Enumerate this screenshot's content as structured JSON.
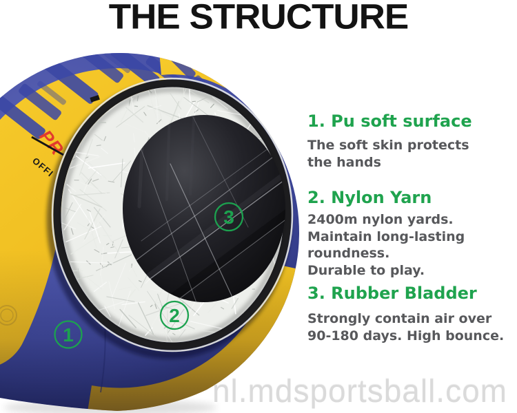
{
  "header": {
    "title": "THE STRUCTURE"
  },
  "sections": [
    {
      "heading": "1. Pu soft surface",
      "body": "The soft skin protects\nthe hands"
    },
    {
      "heading": "2. Nylon Yarn",
      "body": "2400m nylon yards.\nMaintain long-lasting\nroundness.\nDurable to play."
    },
    {
      "heading": "3. Rubber Bladder",
      "body": "Strongly contain air over\n90-180 days. High bounce."
    }
  ],
  "ball": {
    "labels": [
      {
        "number": "1"
      },
      {
        "number": "2"
      },
      {
        "number": "3"
      }
    ],
    "markings": {
      "brand_text": "PR",
      "official_text": "OFFI"
    }
  },
  "watermark": "nl.mdsportsball.com",
  "colors": {
    "accent_green": "#1fa34e",
    "text_gray": "#57585b",
    "title_black": "#131313",
    "ball_blue": "#424b9e",
    "ball_yellow": "#f4c623",
    "watermark_gray": "#dadada"
  }
}
